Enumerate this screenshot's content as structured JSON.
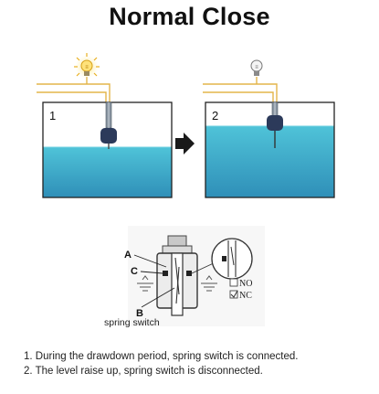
{
  "title": "Normal Close",
  "tanks": [
    {
      "label": "1"
    },
    {
      "label": "2"
    }
  ],
  "switch_diagram": {
    "callouts": [
      "A",
      "C",
      "B"
    ],
    "caption": "spring switch",
    "legend": [
      {
        "label": "NO",
        "checked": false
      },
      {
        "label": "NC",
        "checked": true
      }
    ]
  },
  "notes": [
    "1. During the drawdown period, spring switch is connected.",
    "2. The level raise up, spring switch is disconnected."
  ],
  "colors": {
    "wire": "#e3b54a",
    "water_top": "#44bcd5",
    "water_bottom": "#2d8cb4",
    "bulb_on": "#f0c030",
    "tank_border": "#222222"
  },
  "icons": [
    "light-bulb-on-icon",
    "light-bulb-off-icon",
    "right-arrow-icon"
  ]
}
